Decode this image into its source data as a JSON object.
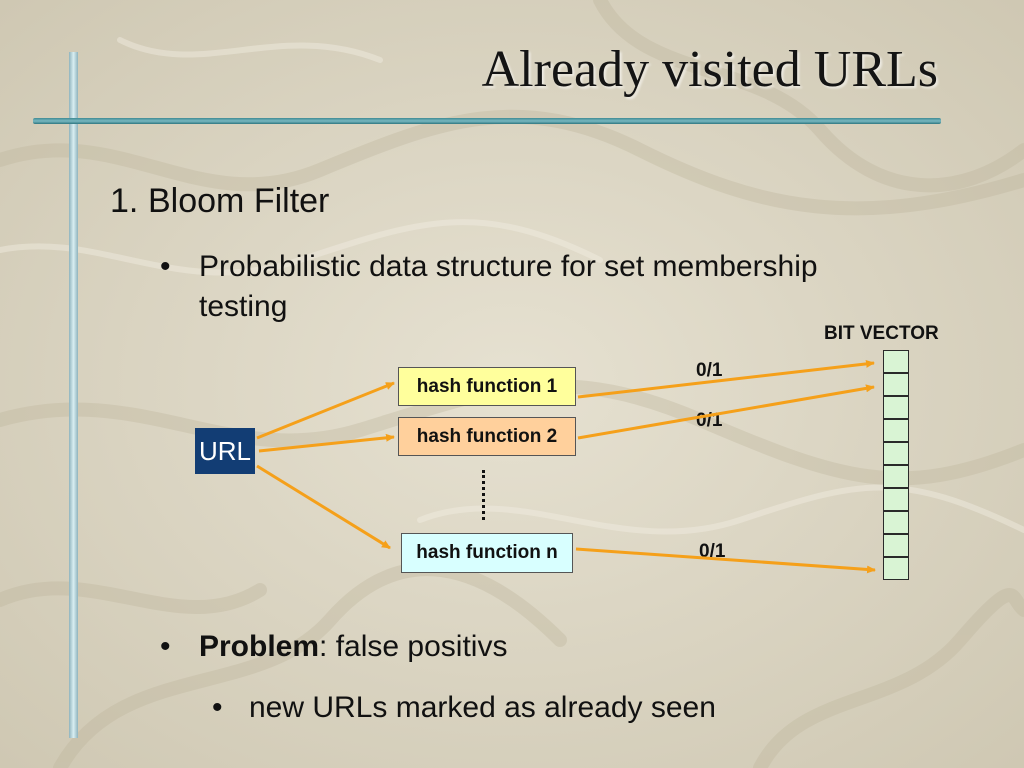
{
  "slide": {
    "title": "Already visited URLs",
    "heading_number": "1.",
    "heading_text": "Bloom Filter",
    "bullet1_line1": "Probabilistic data structure for set membership",
    "bullet1_line2": "testing",
    "problem_label": "Problem",
    "problem_rest": ": false positivs",
    "sub_bullet": "new URLs marked as already seen"
  },
  "diagram": {
    "bit_vector_label": "BIT VECTOR",
    "url_label": "URL",
    "hash1": "hash function 1",
    "hash2": "hash function  2",
    "hashn": "hash function n",
    "bit1": "0/1",
    "bit2": "0/1",
    "bitn": "0/1",
    "bit_cell_count": 10,
    "colors": {
      "arrow": "#f5a01a",
      "url_box": "#123d74",
      "hash1_fill": "#ffff9c",
      "hash2_fill": "#ffd09c",
      "hashn_fill": "#d8ffff",
      "bit_cell_fill": "#d9f4d4"
    }
  }
}
